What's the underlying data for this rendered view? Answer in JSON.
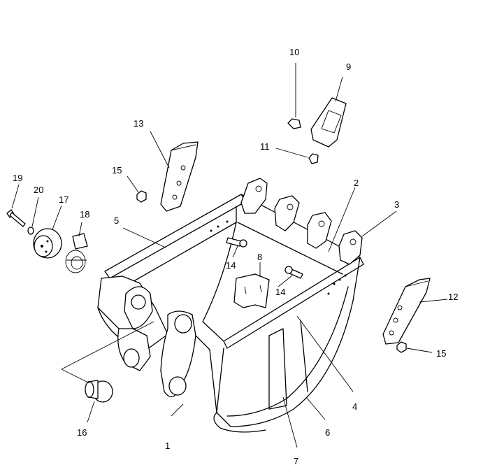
{
  "diagram": {
    "labels": {
      "p1": "1",
      "p2": "2",
      "p3": "3",
      "p4": "4",
      "p5": "5",
      "p6": "6",
      "p7": "7",
      "p8": "8",
      "p9": "9",
      "p10": "10",
      "p11": "11",
      "p12": "12",
      "p13": "13",
      "p14a": "14",
      "p14b": "14",
      "p15a": "15",
      "p15b": "15",
      "p16": "16",
      "p17": "17",
      "p18": "18",
      "p19": "19",
      "p20": "20"
    }
  }
}
